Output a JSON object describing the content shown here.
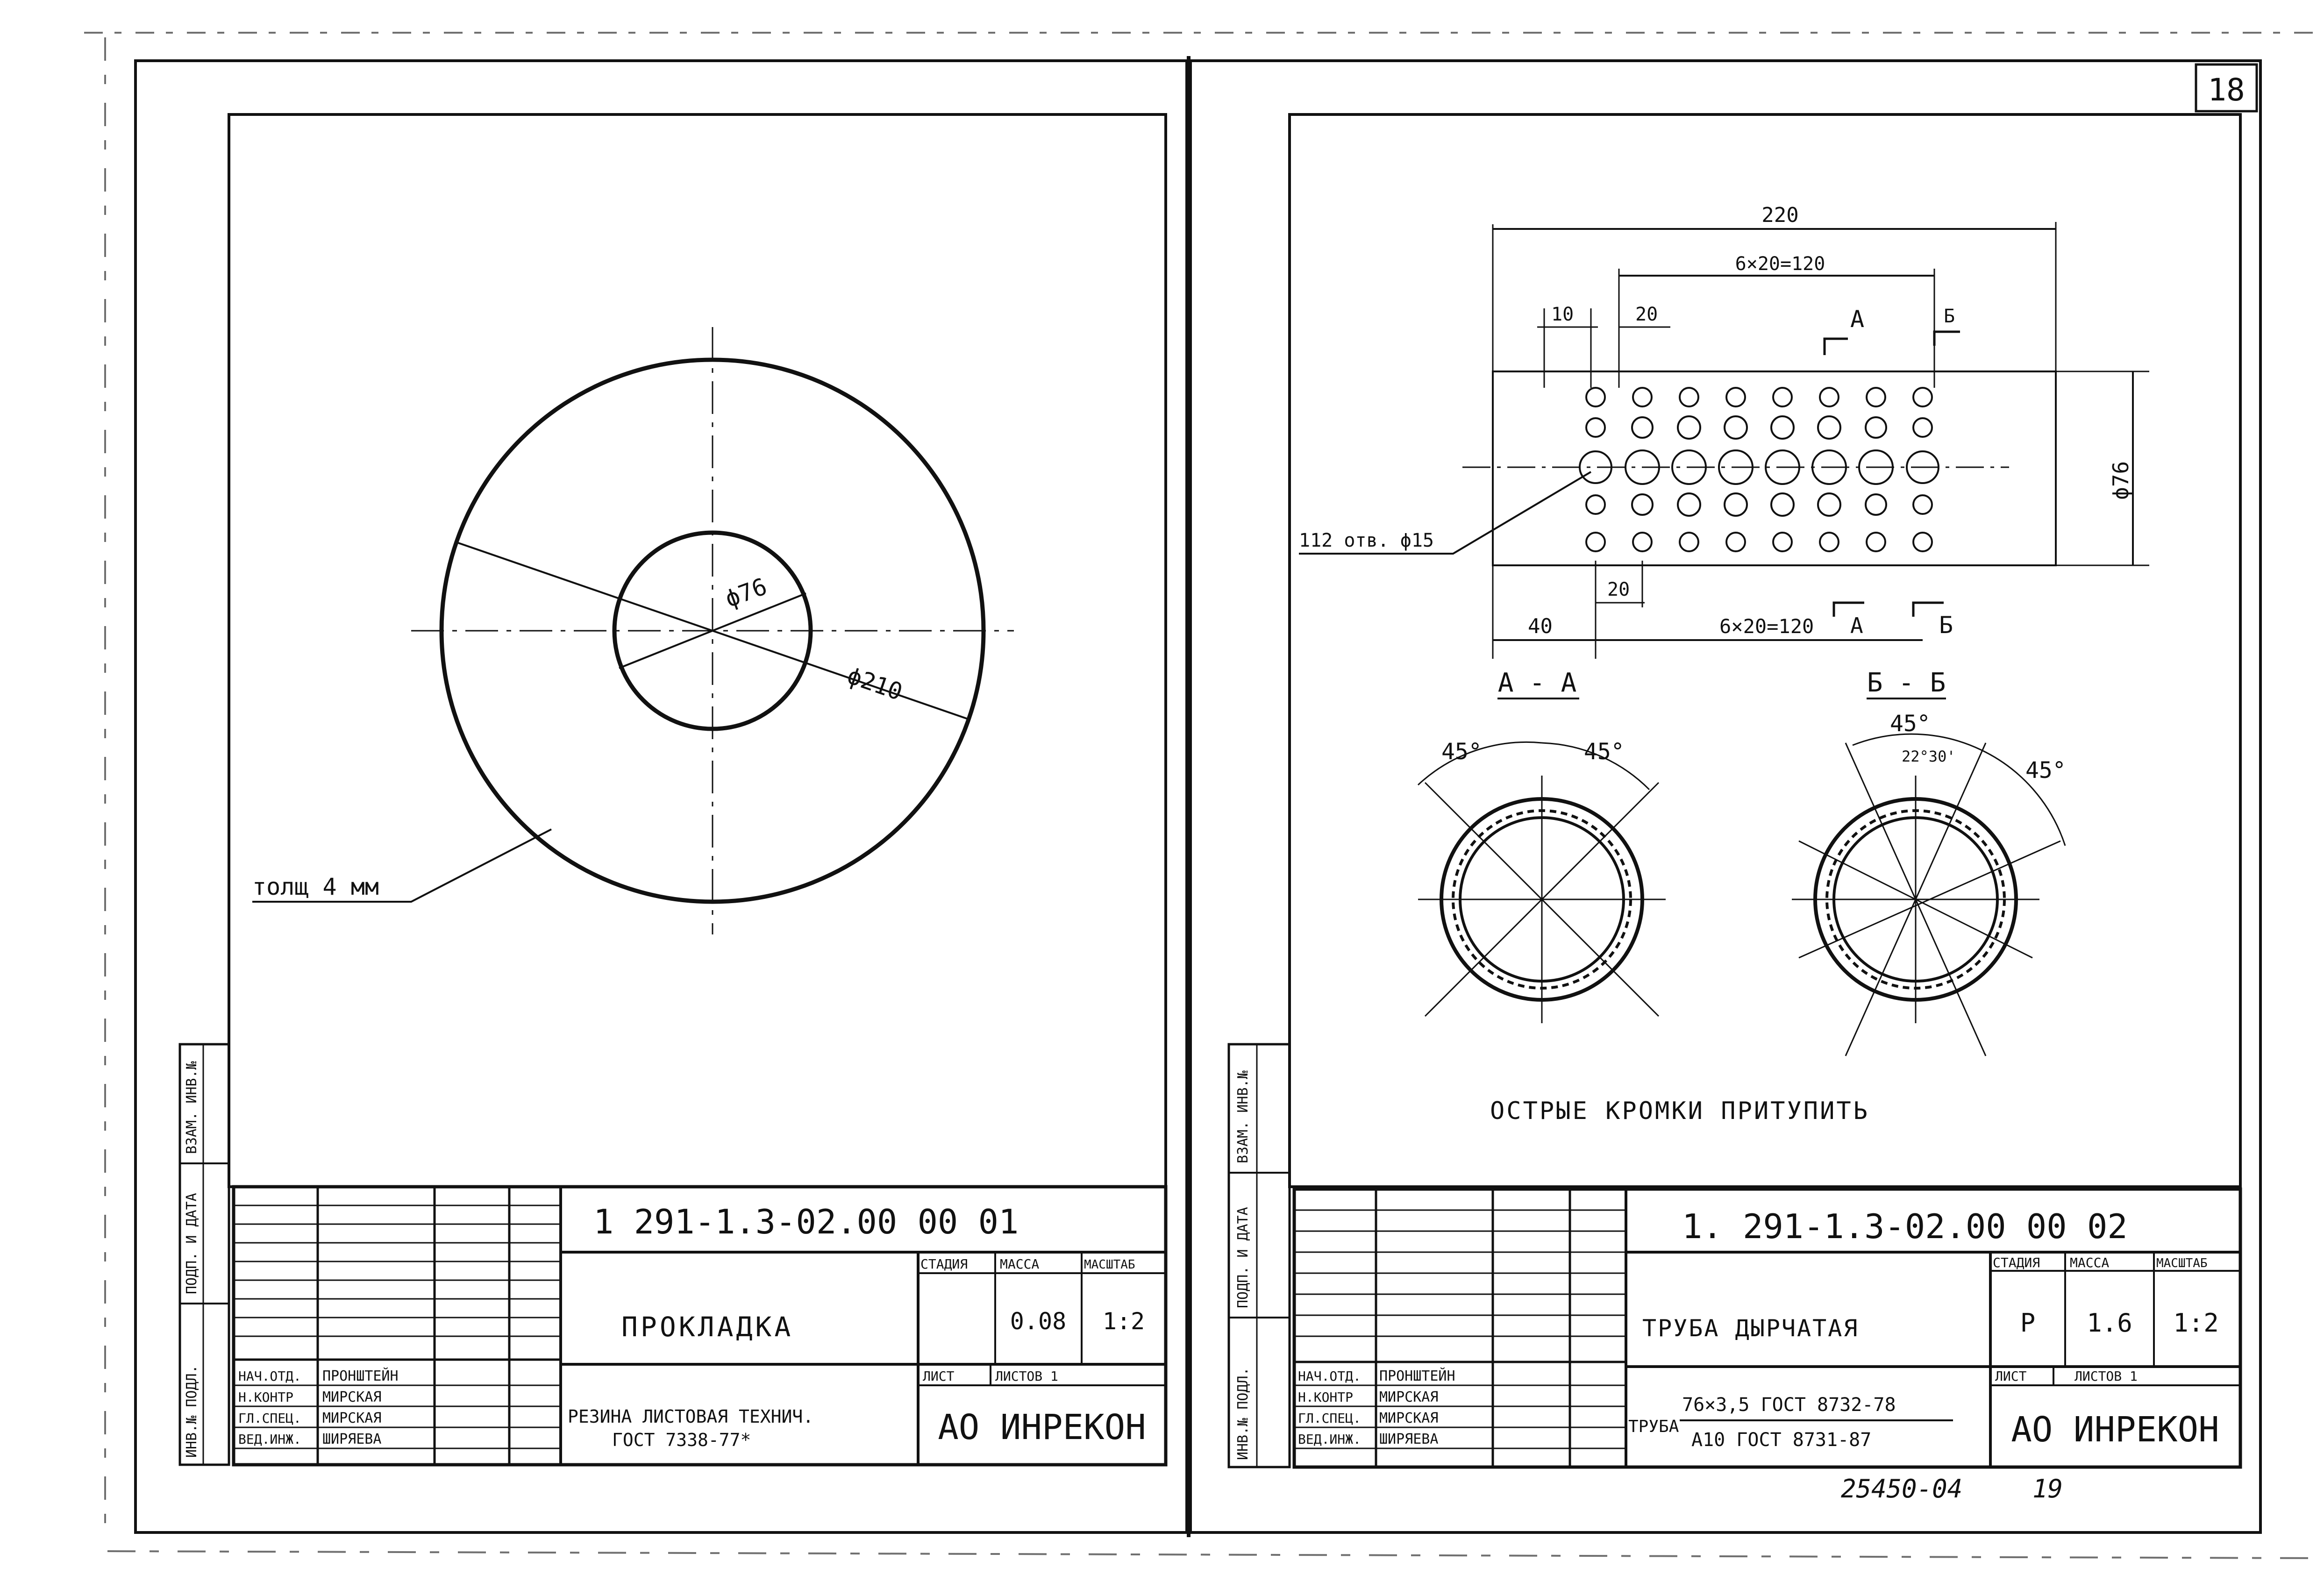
{
  "sheet": {
    "page_number": "18",
    "footer_code": "25450-04",
    "footer_page": "19"
  },
  "left": {
    "dims": {
      "inner_diameter": "ϕ76",
      "outer_diameter": "ϕ210"
    },
    "thickness_note": "толщ 4 мм",
    "title_block": {
      "designation": "1 291-1.3-02.00 00 01",
      "name": "ПРОКЛАДКА",
      "material_line1": "РЕЗИНА ЛИСТОВАЯ ТЕХНИЧ.",
      "material_line2": "ГОСТ 7338-77*",
      "stage_label": "СТАДИЯ",
      "mass_label": "МАССА",
      "scale_label": "МАСШТАБ",
      "stage": "",
      "mass": "0.08",
      "scale": "1:2",
      "sheet_label": "ЛИСТ",
      "sheets_label": "ЛИСТОВ 1",
      "company": "АО ИНРЕКОН",
      "roles": [
        "НАЧ.ОТД.",
        "Н.КОНТР",
        "ГЛ.СПЕЦ.",
        "ВЕД.ИНЖ."
      ],
      "names": [
        "ПРОНШТЕЙН",
        "МИРСКАЯ",
        "МИРСКАЯ",
        "ШИРЯЕВА"
      ]
    },
    "side_stamp": [
      "ИНВ.№ ПОДЛ.",
      "ПОДП. И ДАТА",
      "ВЗАМ. ИНВ.№"
    ]
  },
  "right": {
    "dims": {
      "overall_length": "220",
      "top_pitch": "6×20=120",
      "bottom_pitch": "6×20=120",
      "top_10": "10",
      "top_20": "20",
      "bottom_40": "40",
      "bottom_20": "20",
      "diameter": "ϕ76",
      "holes_note": "112 отв. ϕ15"
    },
    "section_marks": [
      "А",
      "Б",
      "А",
      "Б"
    ],
    "section_aa": {
      "label": "А - А",
      "angle1": "45°",
      "angle2": "45°"
    },
    "section_bb": {
      "label": "Б - Б",
      "angle1": "45°",
      "angle2": "22°30'",
      "angle3": "45°"
    },
    "note": "ОСТРЫЕ КРОМКИ ПРИТУПИТЬ",
    "title_block": {
      "designation": "1. 291-1.3-02.00 00 02",
      "name": "ТРУБА ДЫРЧАТАЯ",
      "material_prefix": "ТРУБА",
      "material_line1": "76×3,5 ГОСТ 8732-78",
      "material_line2": "А10 ГОСТ 8731-87",
      "stage_label": "СТАДИЯ",
      "mass_label": "МАССА",
      "scale_label": "МАСШТАБ",
      "stage": "Р",
      "mass": "1.6",
      "scale": "1:2",
      "sheet_label": "ЛИСТ",
      "sheets_label": "ЛИСТОВ 1",
      "company": "АО ИНРЕКОН",
      "roles": [
        "НАЧ.ОТД.",
        "Н.КОНТР",
        "ГЛ.СПЕЦ.",
        "ВЕД.ИНЖ."
      ],
      "names": [
        "ПРОНШТЕЙН",
        "МИРСКАЯ",
        "МИРСКАЯ",
        "ШИРЯЕВА"
      ]
    },
    "side_stamp": [
      "ИНВ.№ ПОДЛ.",
      "ПОДП. И ДАТА",
      "ВЗАМ. ИНВ.№"
    ]
  }
}
